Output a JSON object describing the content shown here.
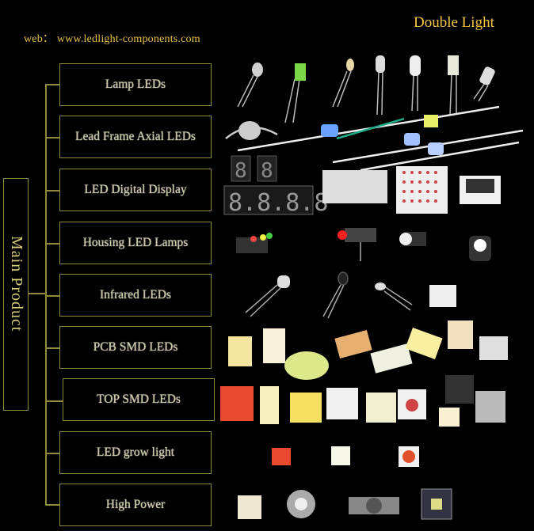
{
  "header": {
    "web_text": "web： www.ledlight-components.com",
    "brand": "Double Light"
  },
  "main_label": "Main Product",
  "categories": [
    {
      "label": "Lamp LEDs"
    },
    {
      "label": "Lead Frame Axial LEDs"
    },
    {
      "label": "LED Digital Display"
    },
    {
      "label": "Housing LED Lamps"
    },
    {
      "label": "Infrared LEDs"
    },
    {
      "label": "PCB SMD LEDs"
    },
    {
      "label": "TOP SMD LEDs"
    },
    {
      "label": "LED grow light"
    },
    {
      "label": "High Power"
    }
  ],
  "colors": {
    "background": "#000000",
    "line": "#8f8a3c",
    "accent": "#f2c640"
  },
  "product_images": {
    "row1": "lamp-led-photos",
    "row2": "axial-led-photos",
    "row3": "digital-display-photos",
    "row4": "housing-lamp-photos",
    "row5": "infrared-led-photos",
    "row6": "pcb-smd-photos",
    "row7": "top-smd-photos",
    "row8": "grow-light-photos",
    "row9": "high-power-photos"
  }
}
